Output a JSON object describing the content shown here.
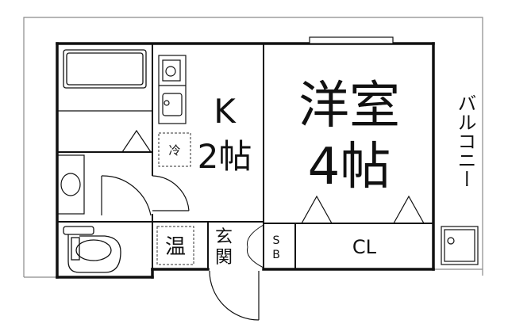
{
  "rooms": {
    "kitchen": {
      "name": "K",
      "size": "2帖"
    },
    "western_room": {
      "name": "洋室",
      "size": "4帖"
    },
    "balcony": {
      "name": "バルコニー"
    },
    "closet": {
      "name": "CL"
    },
    "shoe_box": {
      "name": "S\nB",
      "top": "S",
      "bottom": "B"
    },
    "water_heater": {
      "name": "温"
    },
    "entrance": {
      "name": "玄関",
      "top": "玄",
      "bottom": "関"
    },
    "refrigerator": {
      "name": "冷"
    }
  },
  "colors": {
    "line": "#111111",
    "wall": "#111111",
    "balcony_line": "#999999",
    "fixture": "#333333"
  }
}
